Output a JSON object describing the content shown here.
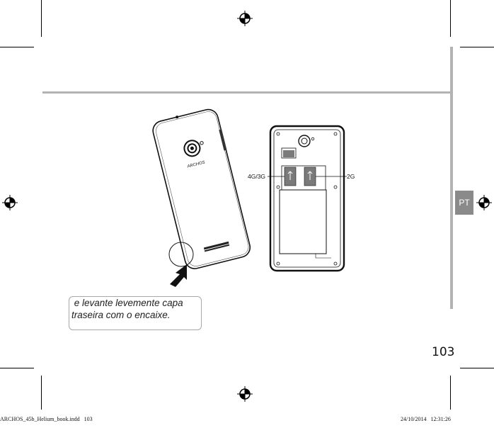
{
  "side_tab": {
    "label": "PT"
  },
  "illustration": {
    "brand_on_phone": "ARCHOS",
    "sim_slot_left_label": "4G/3G",
    "sim_slot_right_label": "2G"
  },
  "caption": {
    "line1": " e levante levemente capa",
    "line2": "traseira com o encaixe."
  },
  "page_number": "103",
  "footer": {
    "file_info": "ARCHOS_45b_Helium_book.indd   103",
    "timestamp": "24/10/2014   12:31:26"
  },
  "colors": {
    "rule_grey": "#b3b3b3",
    "tab_grey": "#8a8a8a",
    "sim_grey": "#7a7a7a"
  }
}
